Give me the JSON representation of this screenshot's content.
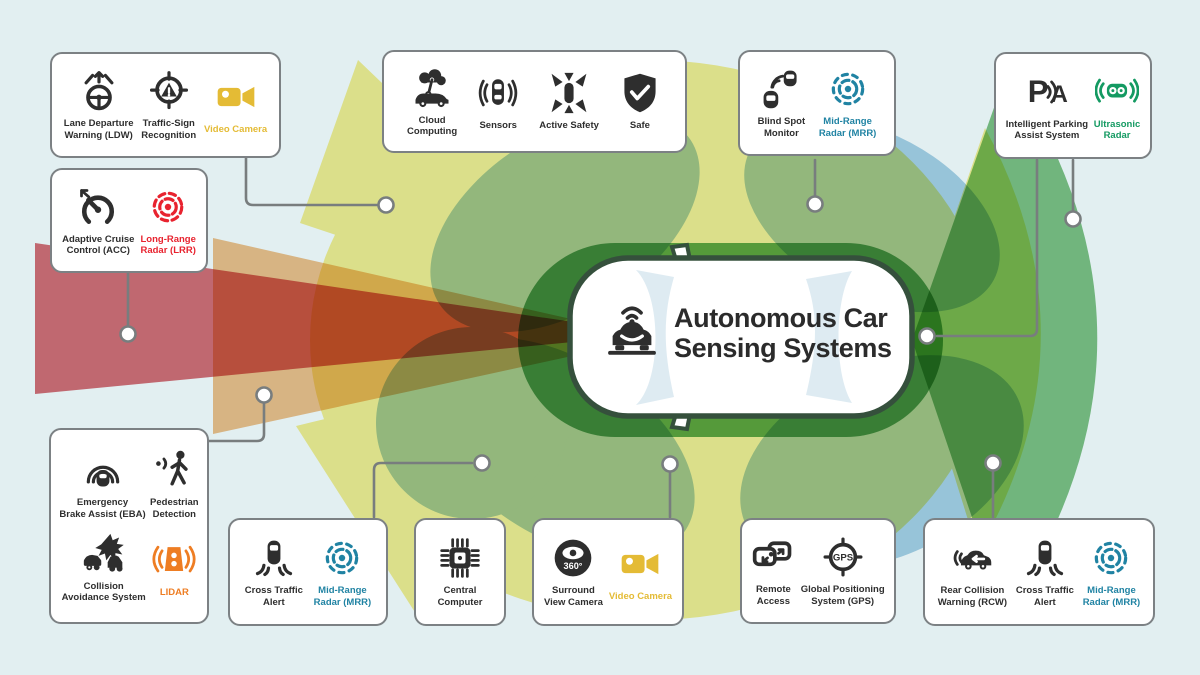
{
  "center": {
    "title_line1": "Autonomous Car",
    "title_line2": "Sensing Systems",
    "logo_icon": "car-wifi-icon"
  },
  "colors": {
    "background": "#e2eff1",
    "card_border": "#7c8184",
    "connector": "#787d7e",
    "icon_dark": "#2e2e2e",
    "accent_yellow": "#e4bb35",
    "accent_red": "#e8232f",
    "accent_blue": "#2083a3",
    "accent_green": "#149a62",
    "accent_orange": "#ee7d23",
    "zone_yellow": "#f8ee92",
    "zone_green": "#63b06b",
    "zone_green_fan": "#7fc184",
    "zone_blue": "#abd1e6",
    "zone_orange": "#f3c08b",
    "zone_red": "#d96f76",
    "car_outline": "#35503c",
    "glass": "#d8e7f0"
  },
  "cards": [
    {
      "id": "ldw",
      "items": [
        {
          "icon": "lane-departure",
          "label": "Lane Departure\nWarning (LDW)",
          "color": "icon_dark"
        },
        {
          "icon": "traffic-sign",
          "label": "Traffic-Sign\nRecognition",
          "color": "icon_dark"
        },
        {
          "icon": "video-camera",
          "label": "Video Camera",
          "color": "accent_yellow"
        }
      ]
    },
    {
      "id": "acc",
      "items": [
        {
          "icon": "adaptive-cruise",
          "label": "Adaptive Cruise\nControl (ACC)",
          "color": "icon_dark"
        },
        {
          "icon": "long-range-radar",
          "label": "Long-Range\nRadar (LRR)",
          "color": "accent_red"
        }
      ]
    },
    {
      "id": "cloud",
      "items": [
        {
          "icon": "cloud-computing",
          "label": "Cloud\nComputing",
          "color": "icon_dark"
        },
        {
          "icon": "sensors",
          "label": "Sensors",
          "color": "icon_dark"
        },
        {
          "icon": "active-safety",
          "label": "Active Safety",
          "color": "icon_dark"
        },
        {
          "icon": "safe",
          "label": "Safe",
          "color": "icon_dark"
        }
      ]
    },
    {
      "id": "blindspot",
      "items": [
        {
          "icon": "blind-spot",
          "label": "Blind Spot\nMonitor",
          "color": "icon_dark"
        },
        {
          "icon": "mid-range-radar",
          "label": "Mid-Range\nRadar (MRR)",
          "color": "accent_blue"
        }
      ]
    },
    {
      "id": "parking",
      "items": [
        {
          "icon": "parking-assist",
          "label": "Intelligent Parking\nAssist System",
          "color": "icon_dark"
        },
        {
          "icon": "ultrasonic",
          "label": "Ultrasonic\nRadar",
          "color": "accent_green"
        }
      ]
    },
    {
      "id": "eba",
      "items": [
        {
          "icon": "emergency-brake",
          "label": "Emergency\nBrake Assist (EBA)",
          "color": "icon_dark"
        },
        {
          "icon": "pedestrian",
          "label": "Pedestrian\nDetection",
          "color": "icon_dark"
        },
        {
          "icon": "collision-avoidance",
          "label": "Collision\nAvoidance System",
          "color": "icon_dark"
        },
        {
          "icon": "lidar",
          "label": "LIDAR",
          "color": "accent_orange"
        }
      ]
    },
    {
      "id": "crosstraffic",
      "items": [
        {
          "icon": "cross-traffic",
          "label": "Cross Traffic\nAlert",
          "color": "icon_dark"
        },
        {
          "icon": "mid-range-radar",
          "label": "Mid-Range\nRadar (MRR)",
          "color": "accent_blue"
        }
      ]
    },
    {
      "id": "computer",
      "items": [
        {
          "icon": "central-computer",
          "label": "Central\nComputer",
          "color": "icon_dark"
        }
      ]
    },
    {
      "id": "surround",
      "items": [
        {
          "icon": "surround-view",
          "label": "Surround\nView Camera",
          "color": "icon_dark"
        },
        {
          "icon": "video-camera",
          "label": "Video Camera",
          "color": "accent_yellow"
        }
      ]
    },
    {
      "id": "gps",
      "items": [
        {
          "icon": "remote-access",
          "label": "Remote\nAccess",
          "color": "icon_dark"
        },
        {
          "icon": "gps",
          "label": "Global Positioning\nSystem (GPS)",
          "color": "icon_dark"
        }
      ]
    },
    {
      "id": "rear",
      "items": [
        {
          "icon": "rear-collision",
          "label": "Rear Collision\nWarning (RCW)",
          "color": "icon_dark"
        },
        {
          "icon": "cross-traffic",
          "label": "Cross Traffic\nAlert",
          "color": "icon_dark"
        },
        {
          "icon": "mid-range-radar",
          "label": "Mid-Range\nRadar (MRR)",
          "color": "accent_blue"
        }
      ]
    }
  ]
}
